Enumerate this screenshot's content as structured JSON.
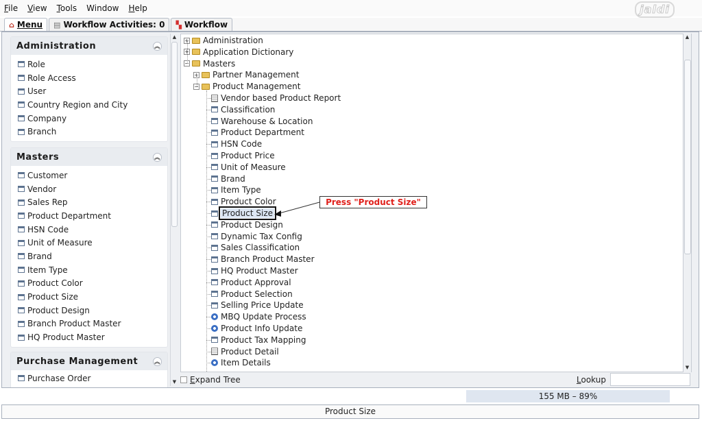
{
  "menubar": {
    "file": "File",
    "view": "View",
    "tools": "Tools",
    "window": "Window",
    "help": "Help"
  },
  "logo": "jaldi",
  "tabs": {
    "menu": "Menu",
    "workflow_activities": "Workflow Activities: 0",
    "workflow": "Workflow"
  },
  "sidebar": {
    "administration": {
      "title": "Administration",
      "items": [
        "Role",
        "Role Access",
        "User",
        "Country Region and City",
        "Company",
        "Branch"
      ]
    },
    "masters": {
      "title": "Masters",
      "items": [
        "Customer",
        "Vendor",
        "Sales Rep",
        "Product Department",
        "HSN Code",
        "Unit of Measure",
        "Brand",
        "Item Type",
        "Product Color",
        "Product Size",
        "Product Design",
        "Branch Product Master",
        "HQ Product Master"
      ]
    },
    "purchase": {
      "title": "Purchase Management",
      "items": [
        "Purchase Order"
      ]
    }
  },
  "tree": {
    "administration": "Administration",
    "application_dictionary": "Application Dictionary",
    "masters": "Masters",
    "partner_management": "Partner Management",
    "product_management": "Product Management",
    "children": [
      {
        "label": "Vendor based Product Report",
        "icon": "report-icon"
      },
      {
        "label": "Classification",
        "icon": "window-icon"
      },
      {
        "label": "Warehouse & Location",
        "icon": "window-icon"
      },
      {
        "label": "Product Department",
        "icon": "window-icon"
      },
      {
        "label": "HSN Code",
        "icon": "window-icon"
      },
      {
        "label": "Product Price",
        "icon": "window-icon"
      },
      {
        "label": "Unit of Measure",
        "icon": "window-icon"
      },
      {
        "label": "Brand",
        "icon": "window-icon"
      },
      {
        "label": "Item Type",
        "icon": "window-icon"
      },
      {
        "label": "Product Color",
        "icon": "window-icon"
      },
      {
        "label": "Product Size",
        "icon": "window-icon",
        "selected": true
      },
      {
        "label": "Product Design",
        "icon": "window-icon"
      },
      {
        "label": "Dynamic Tax Config",
        "icon": "window-icon"
      },
      {
        "label": "Sales Classification",
        "icon": "window-icon"
      },
      {
        "label": "Branch Product Master",
        "icon": "window-icon"
      },
      {
        "label": "HQ Product Master",
        "icon": "window-icon"
      },
      {
        "label": "Product Approval",
        "icon": "window-icon"
      },
      {
        "label": "Product Selection",
        "icon": "window-icon"
      },
      {
        "label": "Selling Price Update",
        "icon": "window-icon"
      },
      {
        "label": "MBQ Update Process",
        "icon": "process-icon"
      },
      {
        "label": "Product Info Update",
        "icon": "process-icon"
      },
      {
        "label": "Product Tax Mapping",
        "icon": "window-icon"
      },
      {
        "label": "Product Detail",
        "icon": "report-icon"
      },
      {
        "label": "Item Details",
        "icon": "process-icon"
      }
    ]
  },
  "annotation": "Press \"Product Size\"",
  "bottom": {
    "expand_tree": "Expand Tree",
    "lookup": "Lookup",
    "lookup_value": ""
  },
  "memory": "155 MB – 89%",
  "status": "Product Size"
}
